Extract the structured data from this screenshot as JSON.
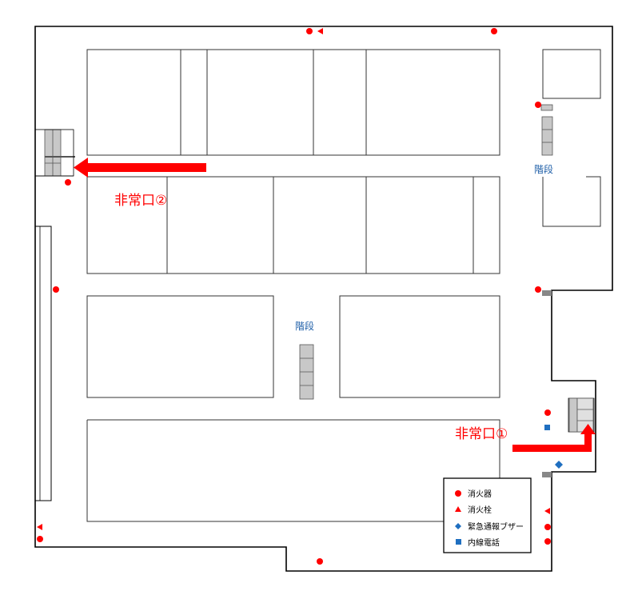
{
  "labels": {
    "stair_upper": "階段",
    "stair_center": "階段",
    "exit_1": "非常口①",
    "exit_2": "非常口②"
  },
  "legend": {
    "items": [
      {
        "symbol": "circle",
        "label": "消火器",
        "color": "#ff0000"
      },
      {
        "symbol": "triangle",
        "label": "消火栓",
        "color": "#ff0000"
      },
      {
        "symbol": "diamond",
        "label": "緊急通報ブザー",
        "color": "#1f6fc0"
      },
      {
        "symbol": "square",
        "label": "内線電話",
        "color": "#1f6fc0"
      }
    ]
  },
  "colors": {
    "wall": "#000000",
    "room_line": "#333333",
    "exit_arrow": "#ff0000",
    "extinguisher": "#ff0000",
    "hydrant": "#ff0000",
    "alarm": "#1f6fc0",
    "phone": "#1f6fc0",
    "stair_fill": "#c8c8c8",
    "stair_label": "#1f5fa8"
  }
}
